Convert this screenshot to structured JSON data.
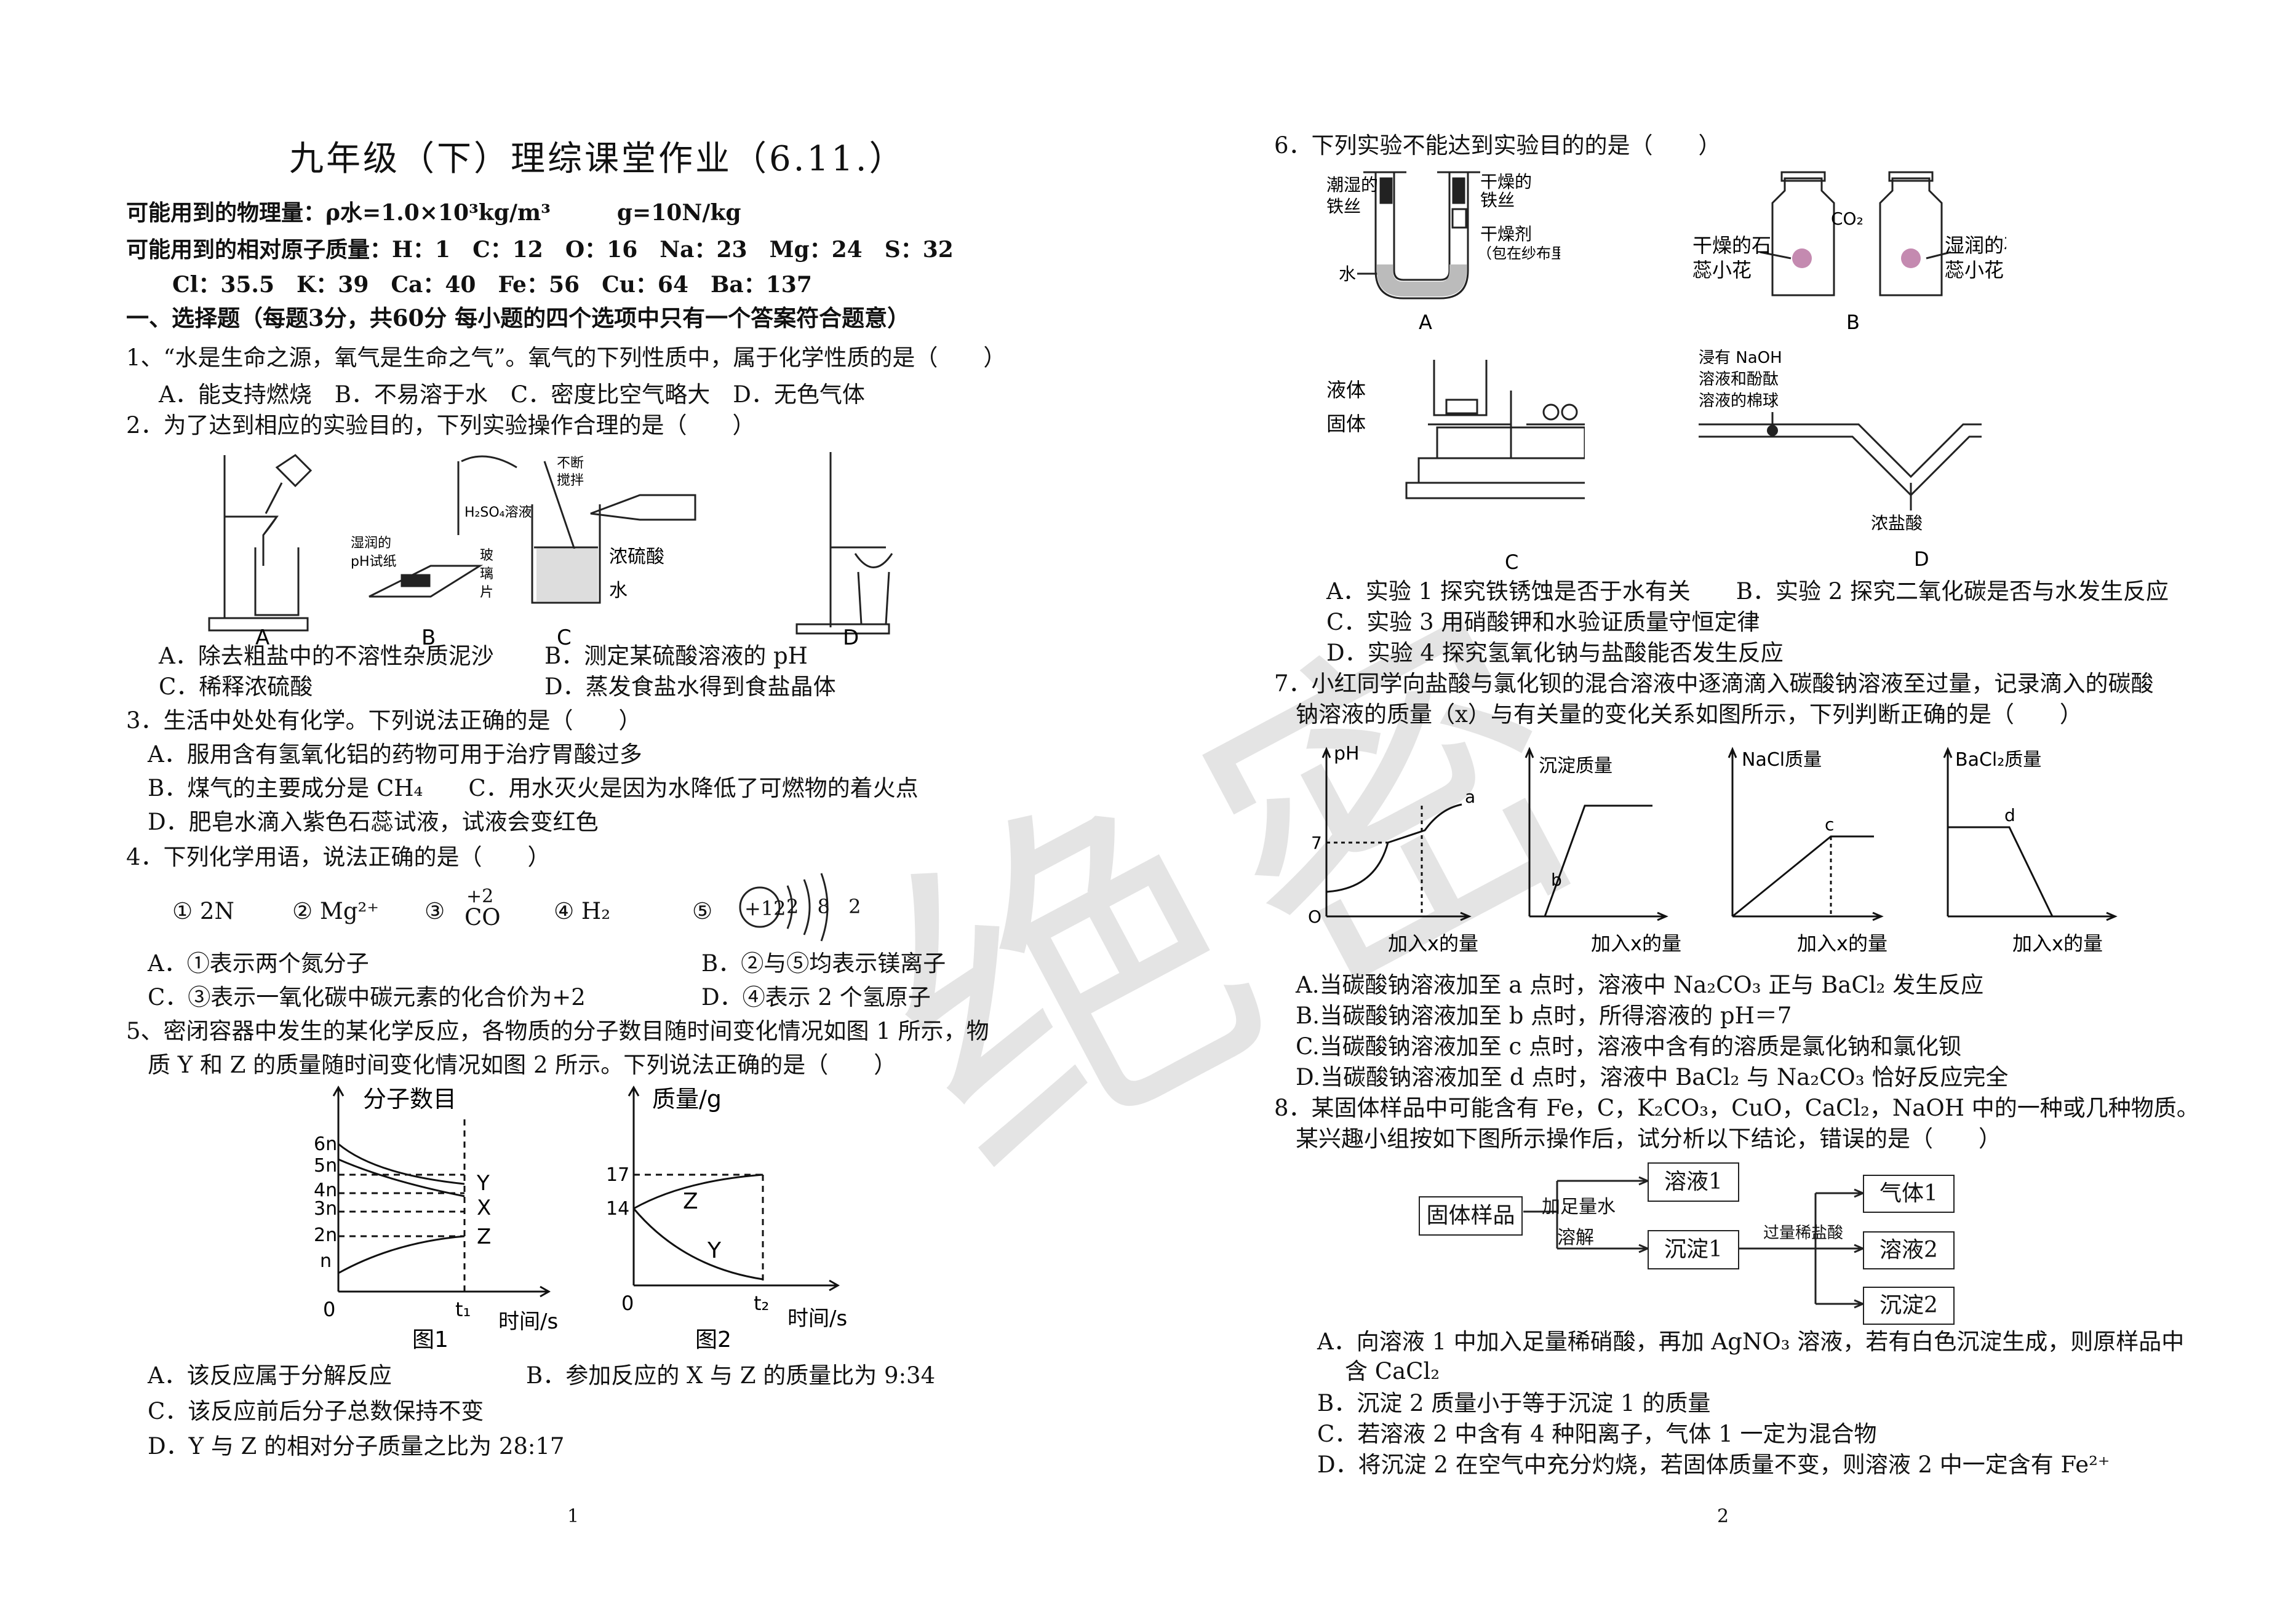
{
  "watermark": "绝密",
  "left": {
    "title": "九年级（下）理综课堂作业（6.11.）",
    "phys_consts": "可能用到的物理量：ρ水=1.0×10³kg/m³　　　g=10N/kg",
    "atomic_masses_1": "可能用到的相对原子质量：H：1　C：12　O：16　Na：23　Mg：24　S：32",
    "atomic_masses_2": "Cl：35.5　K：39　Ca：40　Fe：56　Cu：64　Ba：137",
    "section1": "一、选择题（每题3分，共60分 每小题的四个选项中只有一个答案符合题意）",
    "q1": "1、“水是生命之源，氧气是生命之气”。氧气的下列性质中，属于化学性质的是（　　）",
    "q1_opts": "A．能支持燃烧　B．不易溶于水　C．密度比空气略大　D．无色气体",
    "q2": "2．为了达到相应的实验目的，下列实验操作合理的是（　　）",
    "q2_fig_labels": {
      "a": "A",
      "b": "B",
      "c": "C",
      "d": "D",
      "ph_paper": "湿润的",
      "ph_paper2": "pH试纸",
      "h2so4": "H₂SO₄溶液",
      "glass": "玻",
      "glass2": "璃",
      "glass3": "片",
      "stir": "不断",
      "stir2": "搅拌",
      "conc": "浓硫酸",
      "water": "水"
    },
    "q2_opt_a": "A．除去粗盐中的不溶性杂质泥沙",
    "q2_opt_b": "B．测定某硫酸溶液的 pH",
    "q2_opt_c": "C．稀释浓硫酸",
    "q2_opt_d": "D．蒸发食盐水得到食盐晶体",
    "q3": "3．生活中处处有化学。下列说法正确的是（　　）",
    "q3_a": "A．服用含有氢氧化铝的药物可用于治疗胃酸过多",
    "q3_bc": "B．煤气的主要成分是 CH₄　　C．用水灭火是因为水降低了可燃物的着火点",
    "q3_d": "D．肥皂水滴入紫色石蕊试液，试液会变红色",
    "q4": "4．下列化学用语，说法正确的是（　　）",
    "q4_items": {
      "i1": "① 2N",
      "i2": "② Mg²⁺",
      "i3": "③",
      "i3_co": "CO",
      "i3_val": "+2",
      "i4": "④ H₂",
      "i5": "⑤",
      "nucleus": "+12",
      "shells": "2 8 2"
    },
    "q4_a": "A．①表示两个氮分子",
    "q4_b": "B．②与⑤均表示镁离子",
    "q4_c": "C．③表示一氧化碳中碳元素的化合价为+2",
    "q4_d": "D．④表示 2 个氢原子",
    "q5": "5、密闭容器中发生的某化学反应，各物质的分子数目随时间变化情况如图 1 所示，物",
    "q5_2": "质 Y 和 Z 的质量随时间变化情况如图 2 所示。下列说法正确的是（　　）",
    "fig1": {
      "ylabel": "分子数目",
      "xlabel": "时间/s",
      "caption": "图1",
      "t": "t₁",
      "zero": "0",
      "ticks": [
        "6n",
        "5n",
        "4n",
        "3n",
        "2n",
        "n"
      ],
      "Y": "Y",
      "X": "X",
      "Z": "Z"
    },
    "fig2": {
      "ylabel": "质量/g",
      "xlabel": "时间/s",
      "caption": "图2",
      "t": "t₂",
      "zero": "0",
      "ticks": [
        "17",
        "14"
      ],
      "Z": "Z",
      "Y": "Y"
    },
    "q5_a": "A．该反应属于分解反应",
    "q5_b": "B．参加反应的 X 与 Z 的质量比为 9:34",
    "q5_c": "C．该反应前后分子总数保持不变",
    "q5_d": "D．Y 与 Z 的相对分子质量之比为 28:17",
    "page_no": "1"
  },
  "right": {
    "q6": "6．下列实验不能达到实验目的的是（　　）",
    "q6_fig": {
      "wet": "潮湿的",
      "wet2": "铁丝",
      "dry": "干燥的",
      "dry2": "铁丝",
      "desic": "干燥剂",
      "desic2": "（包在纱布里）",
      "water": "水",
      "co2": "CO₂",
      "dryflower": "干燥的石",
      "dryflower2": "蕊小花",
      "wetflower": "湿润的石",
      "wetflower2": "蕊小花",
      "liquid": "液体",
      "solid": "固体",
      "naoh1": "浸有 NaOH",
      "naoh2": "溶液和酚酞",
      "naoh3": "溶液的棉球",
      "hcl": "浓盐酸",
      "A": "A",
      "B": "B",
      "C": "C",
      "D": "D"
    },
    "q6_ab": "A．实验 1 探究铁锈蚀是否于水有关　　B．实验 2 探究二氧化碳是否与水发生反应",
    "q6_c": "C．实验 3 用硝酸钾和水验证质量守恒定律",
    "q6_d": "D．实验 4 探究氢氧化钠与盐酸能否发生反应",
    "q7": "7．小红同学向盐酸与氯化钡的混合溶液中逐滴滴入碳酸钠溶液至过量，记录滴入的碳酸",
    "q7_2": "钠溶液的质量（x）与有关量的变化关系如图所示，下列判断正确的是（　　）",
    "q7_graphs": {
      "g1_y": "pH",
      "g1_7": "7",
      "g1_a": "a",
      "g1_0": "O",
      "g2_y": "沉淀质量",
      "g2_b": "b",
      "g3_y": "NaCl质量",
      "g3_c": "c",
      "g4_y": "BaCl₂质量",
      "g4_d": "d",
      "xlabel": "加入x的量"
    },
    "q7_a": "A.当碳酸钠溶液加至 a 点时，溶液中 Na₂CO₃ 正与 BaCl₂ 发生反应",
    "q7_b": "B.当碳酸钠溶液加至 b 点时，所得溶液的 pH＝7",
    "q7_c": "C.当碳酸钠溶液加至 c 点时，溶液中含有的溶质是氯化钠和氯化钡",
    "q7_d": "D.当碳酸钠溶液加至 d 点时，溶液中 BaCl₂ 与 Na₂CO₃ 恰好反应完全",
    "q8": "8．某固体样品中可能含有 Fe，C，K₂CO₃，CuO，CaCl₂，NaOH 中的一种或几种物质。",
    "q8_2": "某兴趣小组按如下图所示操作后，试分析以下结论，错误的是（　　）",
    "flow": {
      "sample": "固体样品",
      "step1a": "加足量水",
      "step1b": "溶解",
      "sol1": "溶液1",
      "ppt1": "沉淀1",
      "step2": "过量稀盐酸",
      "gas1": "气体1",
      "sol2": "溶液2",
      "ppt2": "沉淀2"
    },
    "q8_a": "A．向溶液 1 中加入足量稀硝酸，再加 AgNO₃ 溶液，若有白色沉淀生成，则原样品中",
    "q8_a2": "含 CaCl₂",
    "q8_b": "B．沉淀 2 质量小于等于沉淀 1 的质量",
    "q8_c": "C．若溶液 2 中含有 4 种阳离子，气体 1 一定为混合物",
    "q8_d": "D．将沉淀 2 在空气中充分灼烧，若固体质量不变，则溶液 2 中一定含有 Fe²⁺",
    "page_no": "2"
  }
}
